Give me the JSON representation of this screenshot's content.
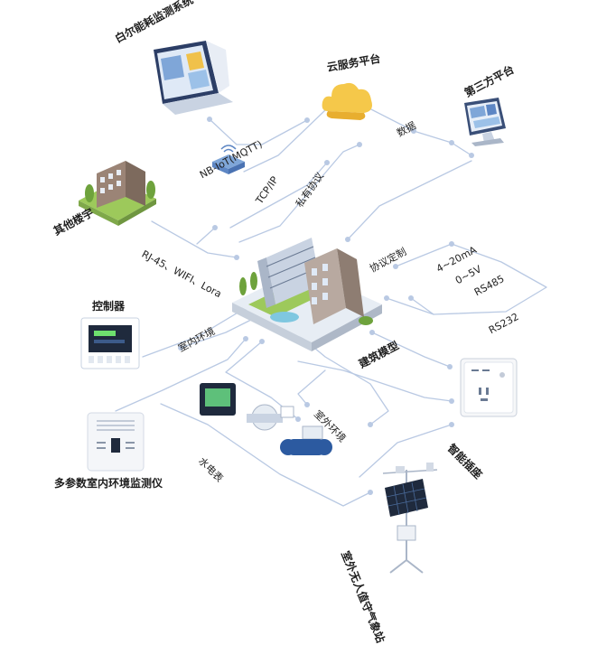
{
  "nodes": {
    "energy_system": "白尔能耗监测系统",
    "cloud": "云服务平台",
    "third_party": "第三方平台",
    "other_buildings": "其他楼宇",
    "controller": "控制器",
    "building_model": "建筑模型",
    "indoor_monitor": "多参数室内环境监测仪",
    "smart_socket": "智能插座",
    "water_meter": "水电表",
    "weather_station": "室外无人值守气象站"
  },
  "links": {
    "nbiot": "NB-IoT(MQTT)",
    "tcpip": "TCP/IP",
    "private_protocol": "私有协议",
    "data": "数据",
    "rj45": "RJ-45、WIFI、Lora",
    "protocol_custom": "协议定制",
    "ma": "4~20mA",
    "v": "0~5V",
    "rs485": "RS485",
    "rs232": "RS232",
    "indoor_env": "室内环境",
    "outdoor_env": "室外环境",
    "water_elec": "水电表"
  },
  "colors": {
    "line": "#b9c9e3",
    "dot": "#b9c9e3",
    "cloud": "#f5c84a",
    "building_accent": "#8fbf4a",
    "device_blue": "#2c5aa0"
  }
}
